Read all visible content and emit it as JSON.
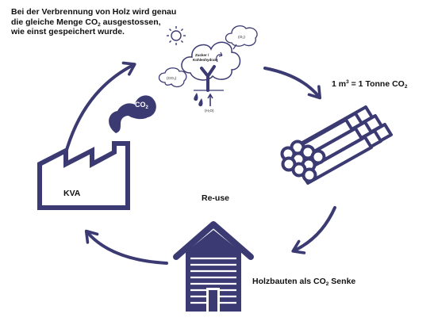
{
  "intro": {
    "line1": "Bei der Verbrennung von Holz wird genau",
    "line2_pre": "die gleiche Menge CO",
    "line2_sub": "2",
    "line2_post": " ausgestossen,",
    "line3": "wie einst gespeichert wurde."
  },
  "tree": {
    "label_sugar_1": "Zucker /",
    "label_sugar_2": "Kohlenhydrate",
    "label_o2": "(O₂)",
    "label_co2": "(CO₂)",
    "label_h2o": "(H₂O)"
  },
  "logs": {
    "pre": "1 m",
    "sup": "3",
    "mid": " = 1 Tonne CO",
    "sub": "2"
  },
  "smoke": {
    "pre": "CO",
    "sub": "2"
  },
  "factory": {
    "label": "KVA"
  },
  "center": {
    "label": "Re-use"
  },
  "house": {
    "pre": "Holzbauten als CO",
    "sub": "2",
    "post": " Senke"
  },
  "colors": {
    "primary": "#3b3a72",
    "text": "#111111",
    "background": "#ffffff"
  }
}
